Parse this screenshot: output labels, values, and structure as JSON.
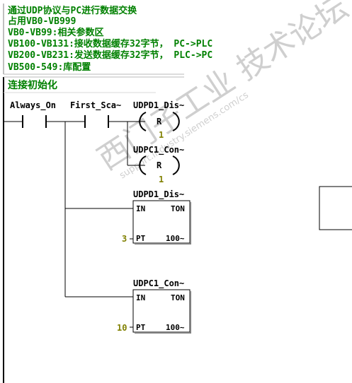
{
  "comments": [
    "通过UDP协议与PC进行数据交换",
    "占用VB0-VB999",
    "VB0-VB99:相关参数区",
    "VB100-VB131:接收数据缓存32字节， PC->PLC",
    "VB200-VB231:发送数据缓存32字节， PLC->PC",
    "VB500-549:库配置"
  ],
  "network_title": "连接初始化",
  "contacts": [
    "Always_On",
    "First_Sca~"
  ],
  "coils": [
    {
      "operand": "UDPD1_Dis~",
      "symbol": "R",
      "count": "1"
    },
    {
      "operand": "UDPC1_Con~",
      "symbol": "R",
      "count": "1"
    }
  ],
  "timers": [
    {
      "operand": "UDPD1_Dis~",
      "in_label": "IN",
      "type": "TON",
      "pt_label": "PT",
      "pt_value": "3",
      "base": "100~"
    },
    {
      "operand": "UDPC1_Con~",
      "in_label": "IN",
      "type": "TON",
      "pt_label": "PT",
      "pt_value": "10",
      "base": "100~"
    }
  ],
  "watermark": {
    "line1": "西门子工业 技术论坛",
    "line2": "support.industry.siemens.com/cs"
  }
}
